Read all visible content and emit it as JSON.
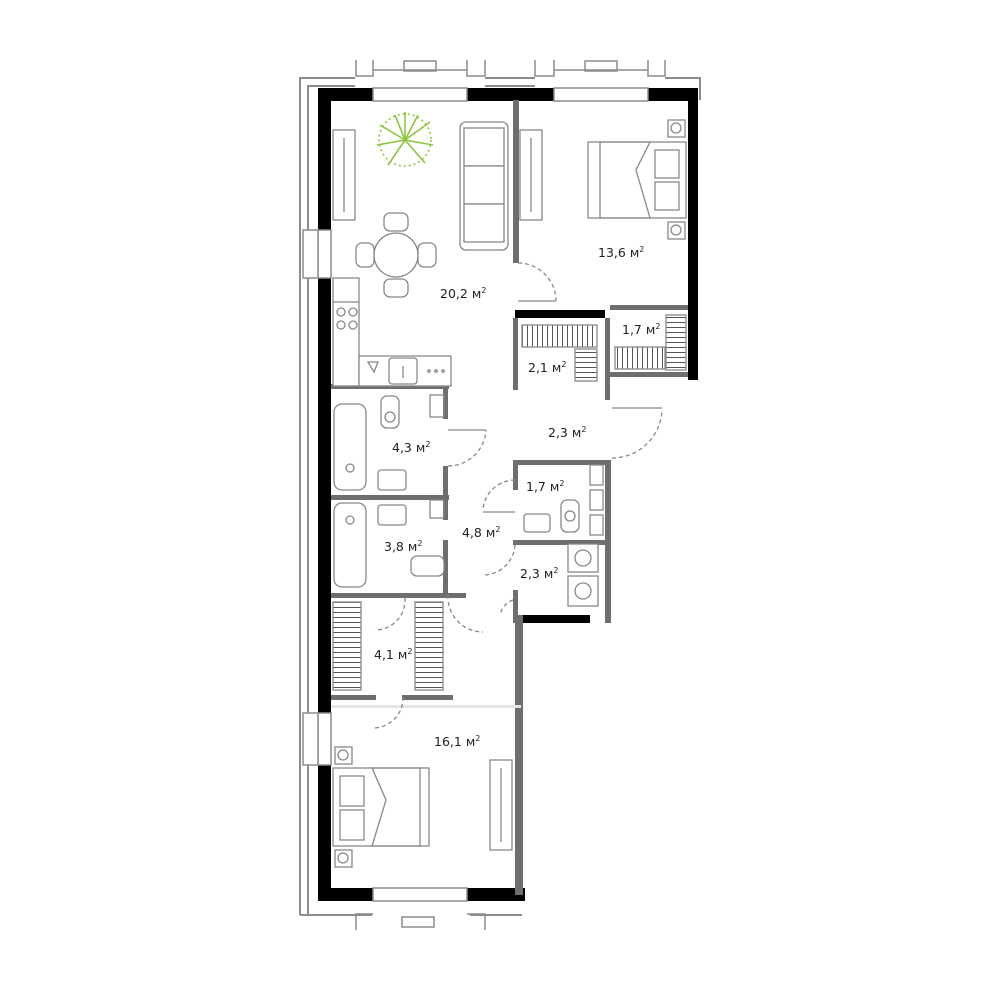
{
  "colors": {
    "wall": "#000000",
    "facade": "#8c8c8c",
    "partition": "#6e6e6e",
    "furniture_stroke": "#888888",
    "plant": "#8cc63f",
    "text": "#222222"
  },
  "rooms": [
    {
      "id": "living-kitchen",
      "area": "20,2",
      "unit": "м",
      "sup": "2"
    },
    {
      "id": "bedroom-top",
      "area": "13,6",
      "unit": "м",
      "sup": "2"
    },
    {
      "id": "wardrobe-small",
      "area": "1,7",
      "unit": "м",
      "sup": "2"
    },
    {
      "id": "wardrobe-closet",
      "area": "2,1",
      "unit": "м",
      "sup": "2"
    },
    {
      "id": "hall-upper",
      "area": "2,3",
      "unit": "м",
      "sup": "2"
    },
    {
      "id": "bathroom-upper",
      "area": "4,3",
      "unit": "м",
      "sup": "2"
    },
    {
      "id": "toilet",
      "area": "1,7",
      "unit": "м",
      "sup": "2"
    },
    {
      "id": "corridor",
      "area": "4,8",
      "unit": "м",
      "sup": "2"
    },
    {
      "id": "bathroom-lower",
      "area": "3,8",
      "unit": "м",
      "sup": "2"
    },
    {
      "id": "laundry",
      "area": "2,3",
      "unit": "м",
      "sup": "2"
    },
    {
      "id": "dressing-room",
      "area": "4,1",
      "unit": "м",
      "sup": "2"
    },
    {
      "id": "bedroom-bottom",
      "area": "16,1",
      "unit": "м",
      "sup": "2"
    }
  ]
}
